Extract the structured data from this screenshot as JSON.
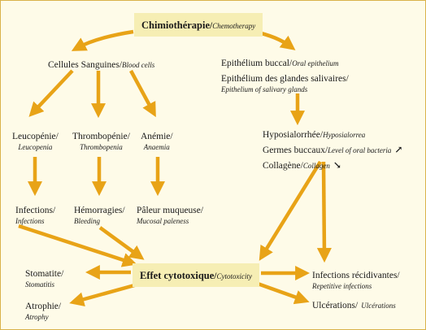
{
  "nodes": {
    "chemo": {
      "fr": "Chimiothérapie",
      "en": "Chemotherapy"
    },
    "blood_cells": {
      "fr": "Cellules Sanguines",
      "en": "Blood cells"
    },
    "oral_epith": {
      "fr": "Epithélium buccal",
      "en": "Oral epithelium"
    },
    "salivary": {
      "fr": "Epithélium des glandes salivaires",
      "en": "Epithelium of salivary glands"
    },
    "leucopenia": {
      "fr": "Leucopénie",
      "en": "Leucopenia"
    },
    "thrombopenia": {
      "fr": "Thrombopénie",
      "en": "Thrombopenia"
    },
    "anemia": {
      "fr": "Anémie",
      "en": "Anaemia"
    },
    "hyposal": {
      "fr": "Hyposialorrhée",
      "en": "Hyposialorrea"
    },
    "germs": {
      "fr": "Germes buccaux",
      "en": "Level of oral bacteria"
    },
    "collagen": {
      "fr": "Collagène",
      "en": "Collagen"
    },
    "infections": {
      "fr": "Infections",
      "en": "Infections"
    },
    "hemorrhages": {
      "fr": "Hémorragies",
      "en": "Bleeding"
    },
    "pallor": {
      "fr": "Pâleur muqueuse",
      "en": "Mucosal paleness"
    },
    "cytotox": {
      "fr": "Effet cytotoxique",
      "en": "Cytotoxicity"
    },
    "stomatitis": {
      "fr": "Stomatite",
      "en": "Stomatitis"
    },
    "atrophy": {
      "fr": "Atrophie",
      "en": "Atrophy"
    },
    "recurrent": {
      "fr": "Infections récidivantes",
      "en": "Repetitive infections"
    },
    "ulcers": {
      "fr": "Ulcérations",
      "en": "Ulcérations"
    }
  },
  "separator": "/",
  "trend_up": "↗",
  "trend_down": "↘",
  "colors": {
    "arrow": "#e8a317",
    "highlight": "#f6eeb4",
    "background": "#fefbe8"
  }
}
